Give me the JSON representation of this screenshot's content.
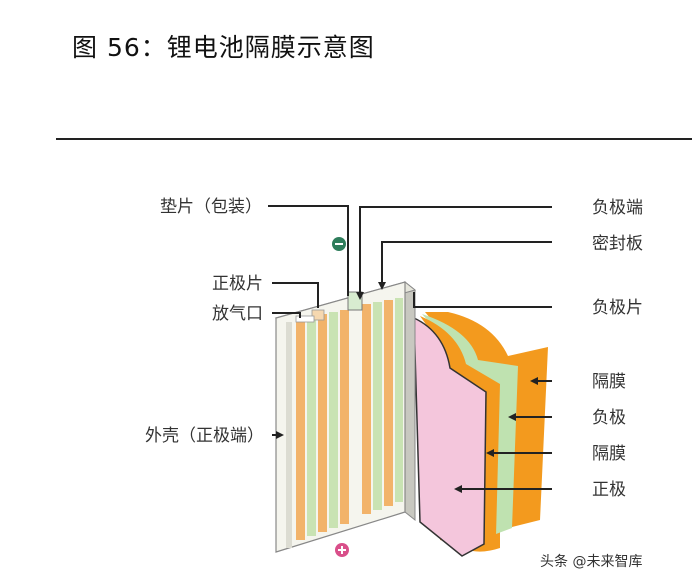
{
  "figure": {
    "title": "图 56：锂电池隔膜示意图"
  },
  "labels": {
    "pad": "垫片（包装）",
    "positive_tab": "正极片",
    "vent": "放气口",
    "shell": "外壳（正极端）",
    "negative_terminal": "负极端",
    "seal_plate": "密封板",
    "negative_tab": "负极片",
    "separator_top": "隔膜",
    "anode": "负极",
    "separator_bottom": "隔膜",
    "cathode": "正极"
  },
  "watermark": "头条 @未来智库",
  "colors": {
    "separator": "#f39a1e",
    "anode": "#bfe2b0",
    "cathode": "#f4c6dc",
    "stripe_orange": "#f2b36a",
    "stripe_green": "#c9e3b3",
    "shell": "#f5f5ee",
    "arrow": "#222222"
  }
}
